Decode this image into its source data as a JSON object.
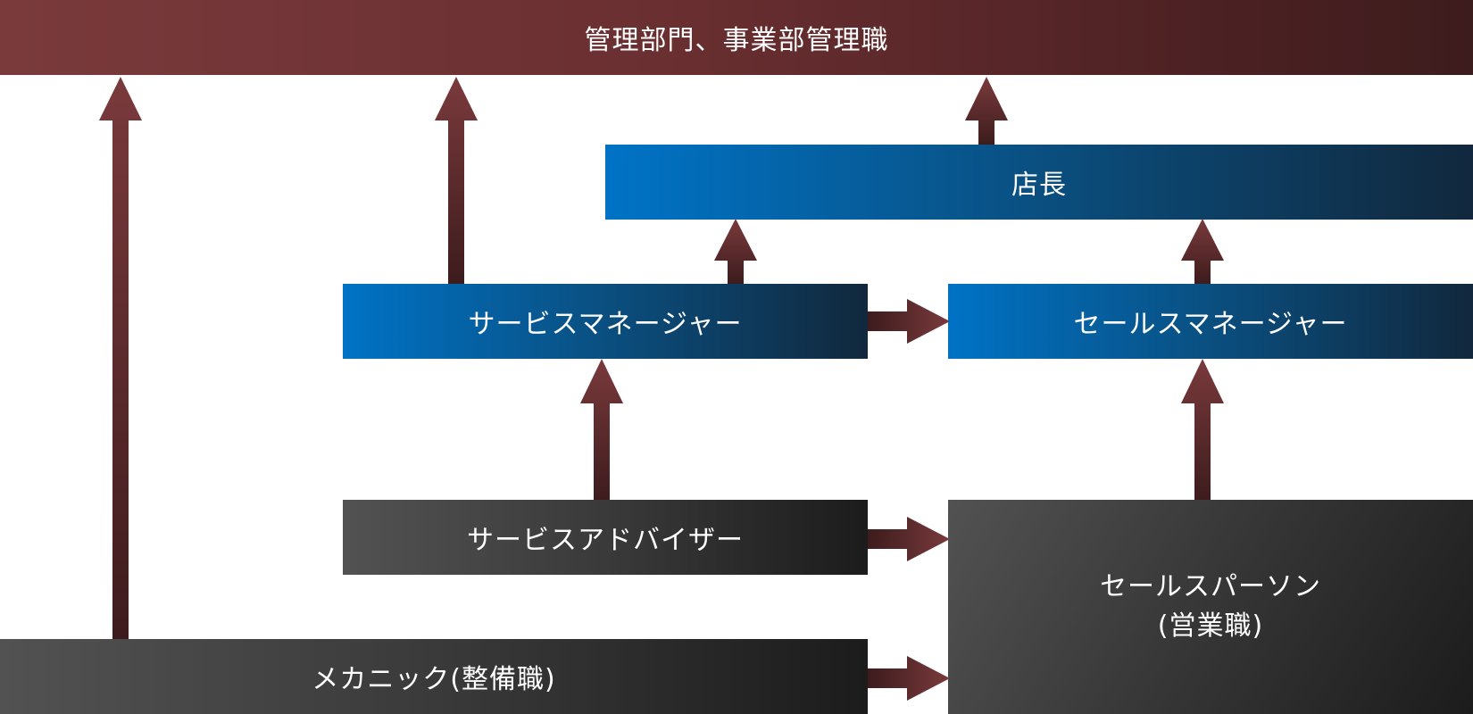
{
  "diagram": {
    "title": "Career path diagram",
    "nodes": {
      "top": "管理部門、事業部管理職",
      "store_manager": "店長",
      "service_manager": "サービスマネージャー",
      "sales_manager": "セールスマネージャー",
      "service_advisor": "サービスアドバイザー",
      "salesperson_line1": "セールスパーソン",
      "salesperson_line2": "(営業職)",
      "mechanic": "メカニック(整備職)"
    },
    "edges": [
      {
        "from": "mechanic",
        "to": "top"
      },
      {
        "from": "service_manager",
        "to": "top"
      },
      {
        "from": "store_manager",
        "to": "top"
      },
      {
        "from": "service_manager",
        "to": "store_manager"
      },
      {
        "from": "sales_manager",
        "to": "store_manager"
      },
      {
        "from": "service_manager",
        "to": "sales_manager"
      },
      {
        "from": "service_advisor",
        "to": "service_manager"
      },
      {
        "from": "salesperson",
        "to": "sales_manager"
      },
      {
        "from": "service_advisor",
        "to": "salesperson"
      },
      {
        "from": "mechanic",
        "to": "salesperson"
      }
    ],
    "colors": {
      "management": "#7a3a3c",
      "manager_blue": "#0073c6",
      "staff_gray": "#525252",
      "arrow": "#6e3335"
    }
  }
}
